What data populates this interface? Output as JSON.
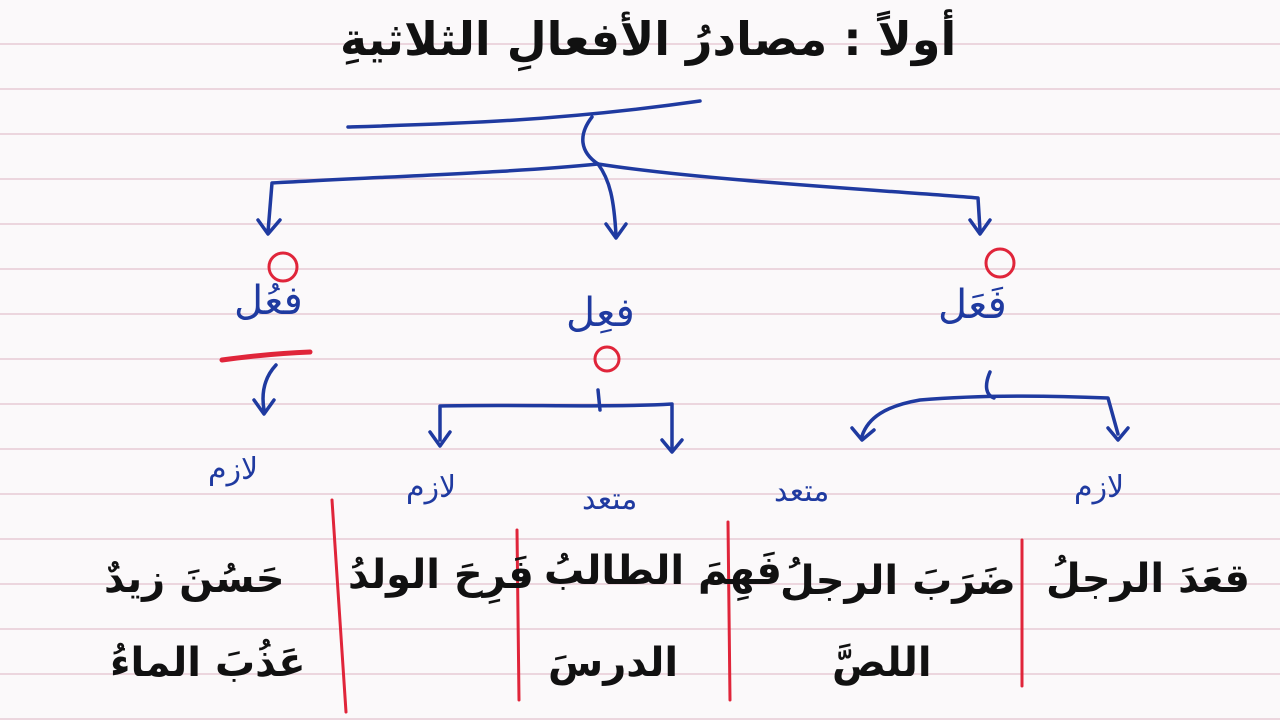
{
  "title": "أولاً : مصادرُ الأفعالِ الثلاثيةِ",
  "colors": {
    "blue": "#1f3aa0",
    "red": "#e0253a",
    "black": "#111111",
    "rule": "#ecd6de"
  },
  "patterns": {
    "right": {
      "label": "فَعَل",
      "categories": {
        "lazim": "لازم",
        "mutaaddi": "متعد"
      }
    },
    "middle": {
      "label": "فعِل",
      "categories": {
        "mutaaddi": "متعد",
        "lazim": "لازم"
      }
    },
    "left": {
      "label": "فعُل",
      "categories": {
        "lazim": "لازم"
      }
    }
  },
  "examples": {
    "right_lazim": [
      "قعَدَ الرجلُ"
    ],
    "right_mutaaddi": [
      "ضَرَبَ الرجلُ",
      "اللصَّ"
    ],
    "middle_mutaaddi": [
      "فَهِمَ الطالبُ",
      "الدرسَ"
    ],
    "middle_lazim": [
      "فَرِحَ الولدُ"
    ],
    "left_lazim": [
      "حَسُنَ زيدٌ",
      "عَذُبَ الماءُ"
    ]
  }
}
